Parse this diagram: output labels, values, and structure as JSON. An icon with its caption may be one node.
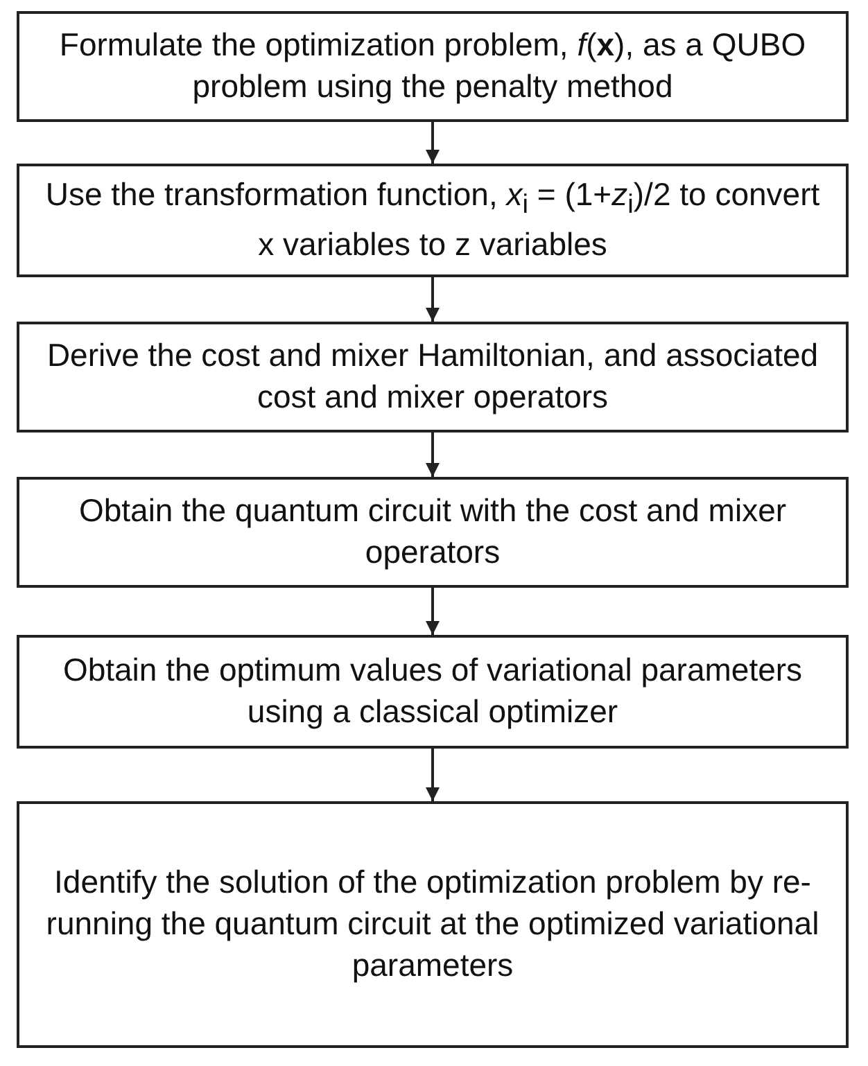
{
  "diagram": {
    "nodes": [
      {
        "text": [
          "Formulate the optimization problem, *f*(**x**), as a QUBO problem using the penalty method"
        ]
      },
      {
        "text": [
          "Use the transformation function, *x*$_{i}$ = (1+*z*$_{i}$)/2 to convert x variables to z variables"
        ]
      },
      {
        "text": [
          "Derive the cost and mixer Hamiltonian, and associated cost and mixer operators"
        ]
      },
      {
        "text": [
          "Obtain the quantum circuit with the cost and mixer operators"
        ]
      },
      {
        "text": [
          "Obtain the optimum values of variational parameters using a classical optimizer"
        ]
      },
      {
        "text": [
          "Identify the solution of the optimization problem by re-running the quantum circuit at the optimized variational parameters"
        ]
      }
    ],
    "edges": [
      {
        "from": 0,
        "to": 1,
        "arrow": "to"
      },
      {
        "from": 1,
        "to": 2,
        "arrow": "to"
      },
      {
        "from": 2,
        "to": 3,
        "arrow": "to"
      },
      {
        "from": 3,
        "to": 4,
        "arrow": "to"
      },
      {
        "from": 4,
        "to": 5,
        "arrow": "to"
      }
    ]
  }
}
